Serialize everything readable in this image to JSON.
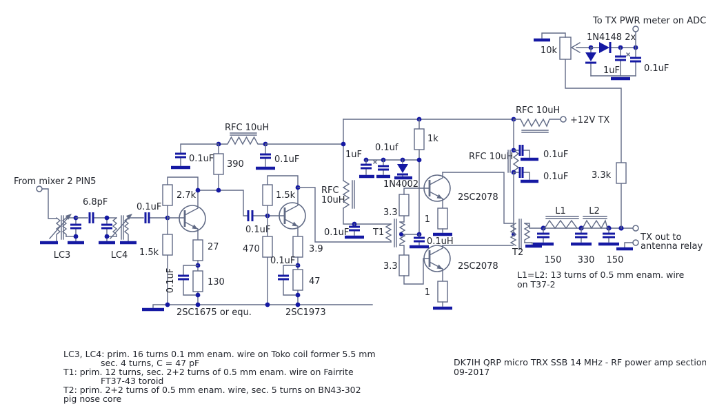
{
  "diagram": {
    "type": "circuit-schematic",
    "subject": "RF power amplifier schematic"
  },
  "labels": {
    "from_mixer": "From mixer 2 PIN5",
    "cap_6p8": "6.8pF",
    "lc3": "LC3",
    "lc4": "LC4",
    "r_in_1k5": "1.5k",
    "cap_in": "0.1uF",
    "r_2k7": "2.7k",
    "r_27": "27",
    "r_130": "130",
    "cap_e1": "0.1uF",
    "q1": "2SC1675 or equ.",
    "rfc1": "RFC 10uH",
    "cap_rfc_l": "0.1uF",
    "r_390": "390",
    "cap_rfc_r": "0.1uF",
    "cap_c12": "0.1uF",
    "r_q2_1k5": "1.5k",
    "r_470": "470",
    "r_3p9": "3.9",
    "cap_e2": "0.1uF",
    "r_47": "47",
    "q2": "2SC1973",
    "rfc2_line1": "RFC",
    "rfc2_line2": "10uH",
    "cap_t1": "0.1uF",
    "t1": "T1",
    "cap_1uf": "1uF",
    "cap_01uf_bias": "0.1uf",
    "d_1n4002": "1N4002",
    "r_1k": "1k",
    "r_33_top": "3.3",
    "r_33_bot": "3.3",
    "r_1_top": "1",
    "r_1_bot": "1",
    "q3": "2SC2078",
    "q4": "2SC2078",
    "cap_ct": "0.1uH",
    "rfc3": "RFC 10uH",
    "v12": "+12V TX",
    "rfc4": "RFC 10uH",
    "cap_d1": "0.1uF",
    "cap_d2": "0.1uF",
    "t2": "T2",
    "l1": "L1",
    "l2": "L2",
    "c150a": "150",
    "c330": "330",
    "c150b": "150",
    "txout1": "TX out to",
    "txout2": "antenna relay",
    "r_3k3": "3.3k",
    "pot_10k": "10k",
    "d_1n4148": "1N4148 2x",
    "pwr_meter": "To TX PWR meter on ADC",
    "cap_det_1uf": "1uF",
    "cap_det_01uf": "0.1uF"
  },
  "notes": {
    "l1": "LC3, LC4: prim. 16 turns 0.1 mm enam. wire on Toko coil former 5.5 mm",
    "l2": "sec. 4 turns, C = 47 pF",
    "l3": "T1: prim. 12 turns, sec. 2+2 turns of 0.5 mm enam. wire on Fairrite",
    "l4": "FT37-43 toroid",
    "l5": "T2: prim. 2+2 turns of 0.5 mm enam. wire, sec. 5 turns on BN43-302",
    "l6": "pig nose core",
    "lp1": "L1=L2: 13 turns of 0.5 mm enam. wire",
    "lp2": "on T37-2"
  },
  "footer": {
    "line1": "DK7IH QRP micro TRX SSB 14 MHz - RF power amp section",
    "line2": "09-2017"
  },
  "colors": {
    "wire": "#606a85",
    "symbol_fill": "#1519a3",
    "text": "#23262e",
    "background": "#ffffff"
  }
}
